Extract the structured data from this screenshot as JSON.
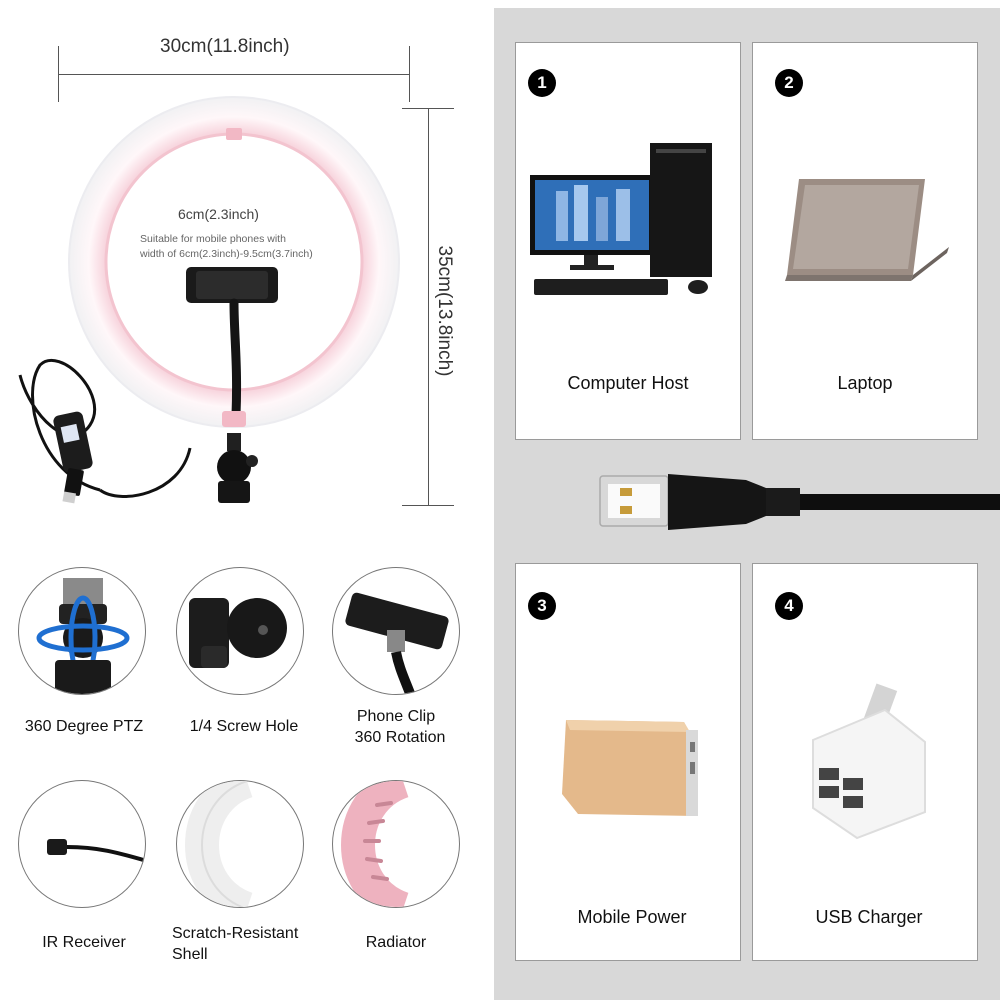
{
  "dimensions": {
    "width_label": "30cm",
    "width_label_inch": "(11.8inch)",
    "height_label": "35cm",
    "height_label_inch": "(13.8inch)",
    "clip_label": "6cm",
    "clip_label_inch": "(2.3inch)",
    "clip_note_line1": "Suitable for mobile phones with",
    "clip_note_line2": "width of 6cm(2.3inch)-9.5cm(3.7inch)"
  },
  "features": [
    {
      "label": "360 Degree PTZ"
    },
    {
      "label": "1/4 Screw Hole"
    },
    {
      "label_line1": "Phone Clip",
      "label_line2": "360 Rotation"
    },
    {
      "label": "IR Receiver"
    },
    {
      "label_line1": "Scratch-Resistant",
      "label_line2": "Shell"
    },
    {
      "label": "Radiator"
    }
  ],
  "power_sources": [
    {
      "number": "1",
      "label": "Computer Host"
    },
    {
      "number": "2",
      "label": "Laptop"
    },
    {
      "number": "3",
      "label": "Mobile Power"
    },
    {
      "number": "4",
      "label": "USB Charger"
    }
  ],
  "colors": {
    "panel_gray": "#d8d8d8",
    "ring_pink": "#f6c9d3",
    "radiator_pink": "#eeb2bf",
    "powerbank_gold": "#e4b98b"
  }
}
